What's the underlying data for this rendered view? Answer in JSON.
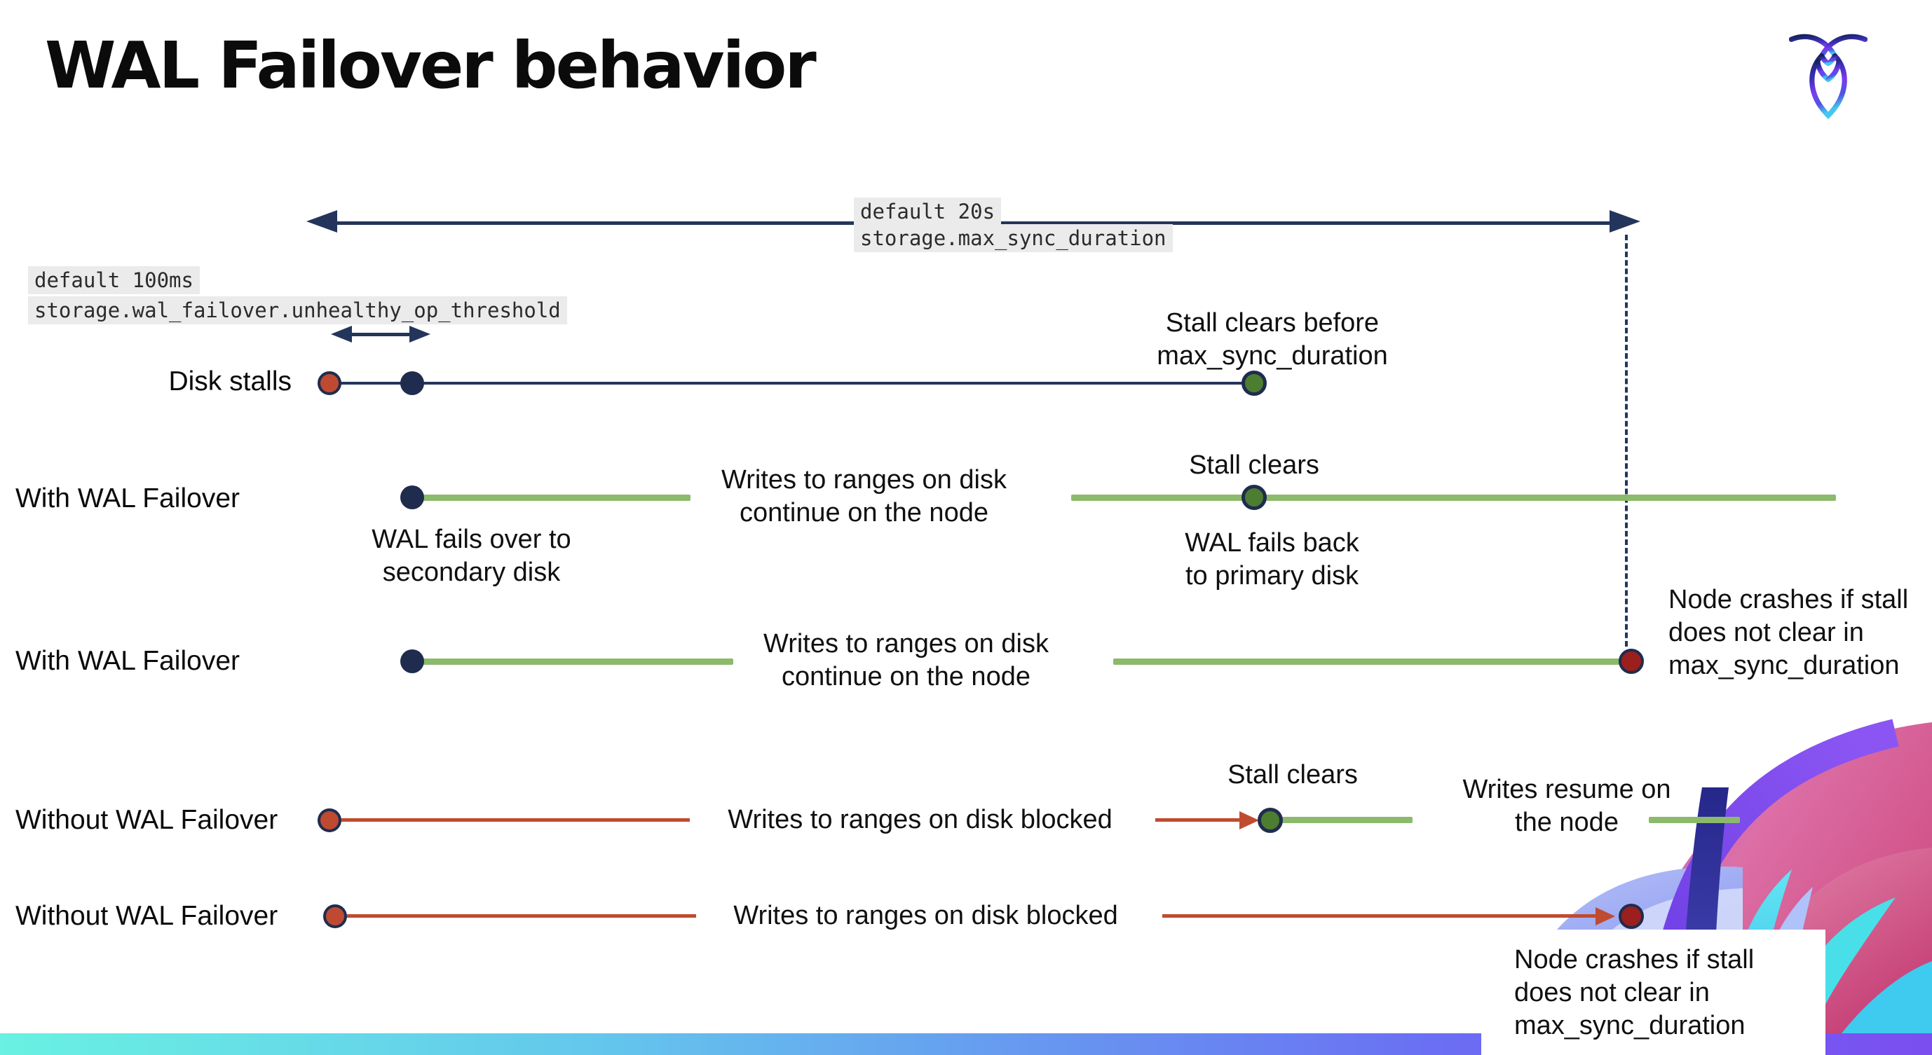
{
  "page": {
    "title": "WAL Failover behavior"
  },
  "logo": {
    "label": "cockroachdb-mark"
  },
  "settings": {
    "max_sync_duration": {
      "default_label": "default 20s",
      "setting_name": "storage.max_sync_duration"
    },
    "unhealthy_op_threshold": {
      "default_label": "default 100ms",
      "setting_name": "storage.wal_failover.unhealthy_op_threshold"
    }
  },
  "rows": {
    "disk_stalls": {
      "label": "Disk stalls"
    },
    "with_wal_failover_1": {
      "label": "With WAL Failover"
    },
    "with_wal_failover_2": {
      "label": "With WAL Failover"
    },
    "without_wal_failover_1": {
      "label": "Without WAL Failover"
    },
    "without_wal_failover_2": {
      "label": "Without WAL Failover"
    }
  },
  "annotations": {
    "stall_clears_before": "Stall clears before\nmax_sync_duration",
    "stall_clears_mid": "Stall clears",
    "wal_fails_over": "WAL fails over to\nsecondary disk",
    "wal_fails_back": "WAL fails  back\nto primary disk",
    "writes_continue_1": "Writes to ranges on disk\ncontinue on the node",
    "writes_continue_2": "Writes to ranges on disk\ncontinue on the node",
    "node_crashes_top": "Node crashes if stall\ndoes not clear in\nmax_sync_duration",
    "writes_blocked_1": "Writes to ranges on disk  blocked",
    "writes_blocked_2": "Writes to ranges on disk  blocked",
    "stall_clears_without": "Stall clears",
    "writes_resume": "Writes resume on\nthe node",
    "node_crashes_bottom": "Node crashes if stall\ndoes not clear in\nmax_sync_duration"
  },
  "colors": {
    "navy": "#1F2C4E",
    "red_line": "#C04B30",
    "red_dot": "#BE4A31",
    "crash_dot": "#9B1F1D",
    "green_dot": "#4C7D31",
    "green_line": "#8CBA6B",
    "code_background": "#EBEBEB",
    "footer_gradient": [
      "#69F1E2",
      "#64C8EC",
      "#6795F0",
      "#7B4EF0"
    ]
  }
}
